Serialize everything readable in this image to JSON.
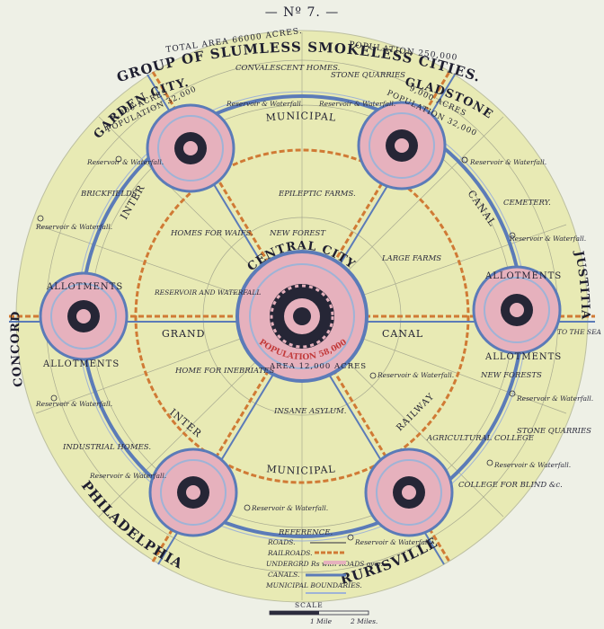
{
  "header": {
    "plate_no": "— Nº 7. —",
    "title": "GROUP OF SLUMLESS SMOKELESS CITIES.",
    "total_area": "TOTAL AREA 66000 ACRES.",
    "population": "POPULATION 250,000"
  },
  "cities": {
    "central": {
      "name": "CENTRAL CITY.",
      "population": "POPULATION 58,000",
      "area": "AREA 12,000 ACRES"
    },
    "garden": {
      "name": "GARDEN CITY.",
      "acres": "9,000 ACRES",
      "population": "POPULATION 32,000"
    },
    "gladstone": {
      "name": "GLADSTONE",
      "acres": "9,000 ACRES",
      "population": "POPULATION 32,000"
    },
    "concord": {
      "name": "CONCORD"
    },
    "justitia": {
      "name": "JUSTITIA"
    },
    "philadelphia": {
      "name": "PHILADELPHIA"
    },
    "rurisville": {
      "name": "RURISVILLE"
    }
  },
  "labels": {
    "municipal_top": "MUNICIPAL",
    "municipal_bottom": "MUNICIPAL",
    "inter_top": "INTER",
    "inter_bottom": "INTER",
    "canal_right": "CANAL",
    "canal_center": "CANAL",
    "grand": "GRAND",
    "railway": "RAILWAY",
    "allotments": "ALLOTMENTS",
    "convalescent": "CONVALESCENT HOMES.",
    "stone_quarries_top": "STONE QUARRIES",
    "reservoir_waterfall": "Reservoir & Waterfall.",
    "brickfields": "BRICKFIELDS.",
    "epileptic": "EPILEPTIC FARMS.",
    "new_forest": "NEW FOREST",
    "homes_waifs": "HOMES FOR WAIFS.",
    "large_farms": "LARGE FARMS",
    "reservoir_and_waterfall": "RESERVOIR AND WATERFALL",
    "home_inebriates": "HOME FOR INEBRIATES",
    "insane_asylum": "INSANE ASYLUM.",
    "agricultural_college": "AGRICULTURAL COLLEGE",
    "new_forests": "NEW FORESTS",
    "stone_quarries_right": "STONE QUARRIES",
    "college_blind": "COLLEGE FOR BLIND &c.",
    "industrial_homes": "INDUSTRIAL HOMES.",
    "cemetery": "CEMETERY.",
    "to_the_sea": "TO THE SEA"
  },
  "legend": {
    "title": "REFERENCE.",
    "roads": "ROADS.",
    "railroads": "RAILROADS.",
    "underground": "UNDERGRD Rs with ROADS over.",
    "canals": "CANALS.",
    "municipal_boundaries": "MUNICIPAL BOUNDARIES.",
    "scale": "SCALE",
    "scale_one": "1 Mile",
    "scale_two": "2 Miles."
  },
  "colors": {
    "paper": "#eef0e6",
    "land": "#e9ebb6",
    "canal": "#5b7bb8",
    "rail": "#d07a35",
    "pink": "#e6b1bd",
    "dark": "#262636"
  }
}
